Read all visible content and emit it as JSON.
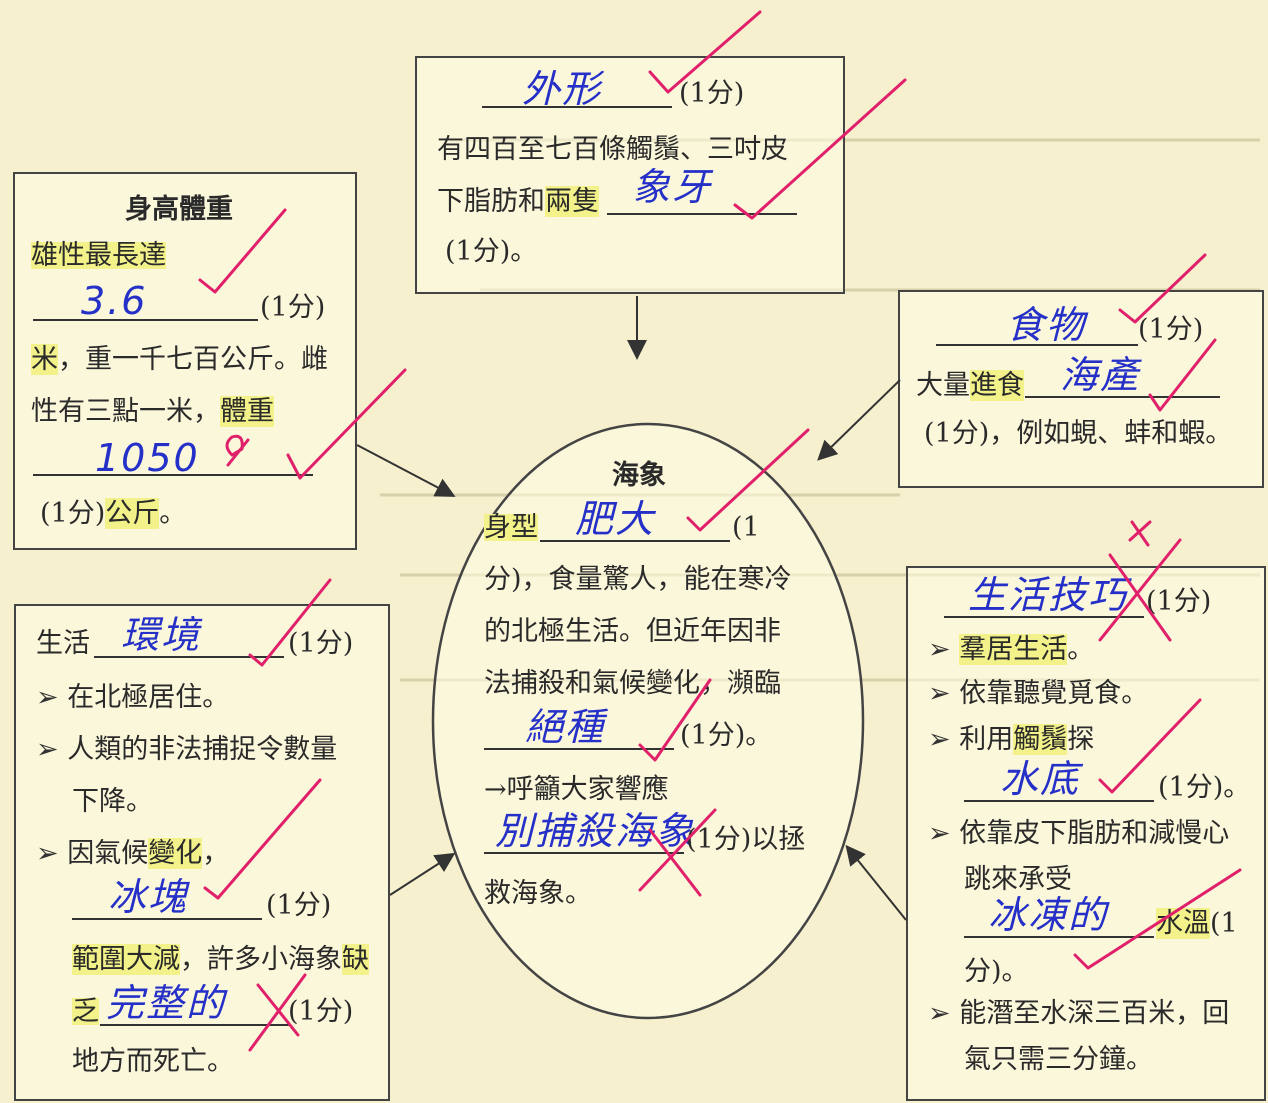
{
  "top_box": {
    "blank_answer": "外形",
    "score": "(1分)",
    "line1": "有四百至七百條觸鬚、三吋皮",
    "line2_a": "下脂肪和",
    "line2_hl": "兩隻",
    "tusk_answer": "象牙",
    "line3": "(1分)。"
  },
  "left_top_box": {
    "title": "身高體重",
    "line1_hl": "雄性最長達",
    "height_answer": "3.6",
    "score1": "(1分)",
    "line2_hl": "米",
    "line2_rest": "，重一千七百公斤。雌",
    "line3_a": "性有三點一米，",
    "line3_hl": "體重",
    "weight_answer": "1050",
    "line4_a": "(1分)",
    "line4_hl": "公斤",
    "line4_end": "。"
  },
  "center": {
    "title": "海象",
    "l1_hl": "身型",
    "body_answer": "肥大",
    "l1_end": "(1",
    "l2": "分)，食量驚人，能在寒冷",
    "l3": "的北極生活。但近年因非",
    "l4": "法捕殺和氣候變化，瀕臨",
    "extinct_answer": "絕種",
    "score2": "(1分)。",
    "l6": "→呼籲大家響應",
    "action_answer": "別捕殺海象",
    "l7_end": "(1分)以拯",
    "l8": "救海象。"
  },
  "right_top_box": {
    "food_answer": "食物",
    "score": "(1分)",
    "l2_a": "大量",
    "l2_hl": "進食",
    "food_answer2": "海產",
    "l3": "(1分)，例如蜆、蚌和蝦。"
  },
  "left_bottom_box": {
    "l1_a": "生活",
    "habitat_answer": "環境",
    "score1": "(1分)",
    "b1": "在北極居住。",
    "b2a": "人類的非法捕捉令數量",
    "b2b": "下降。",
    "b3_a": "因氣候",
    "b3_hl": "變化",
    "b3_end": "，",
    "ice_answer": "冰塊",
    "score2": "(1分)",
    "l8_hl": "範圍大減",
    "l8_rest": "，許多小海象",
    "l8_hl2": "缺",
    "l9_hl": "乏",
    "complete_answer": "完整的",
    "score3": "(1分)",
    "l10": "地方而死亡。"
  },
  "right_bottom_box": {
    "skill_answer": "生活技巧",
    "score1": "(1分)",
    "b1_hl": "羣居生活",
    "b1_end": "。",
    "b2": "依靠聽覺覓食。",
    "b3_a": "利用",
    "b3_hl": "觸鬚",
    "b3_b": "探",
    "water_answer": "水底",
    "score2": "(1分)。",
    "b4a": "依靠皮下脂肪和減慢心",
    "b4b": "跳來承受",
    "cold_answer": "冰凍的",
    "b4_hl": "水溫",
    "b4_score": "(1",
    "b4_end": "分)。",
    "b5a": "能潛至水深三百米，回",
    "b5b": "氣只需三分鐘。"
  },
  "marks": {
    "tick_color": "#e0206a",
    "cross_color": "#e0206a",
    "ink_color": "#2530c8"
  }
}
